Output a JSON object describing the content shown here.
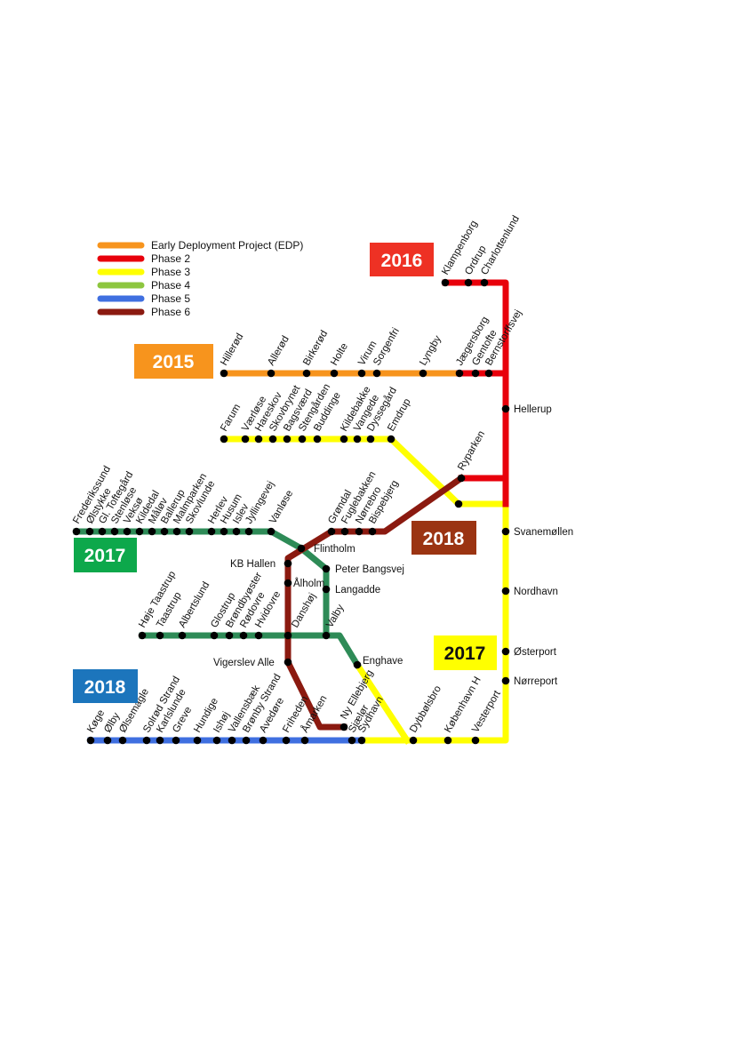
{
  "colors": {
    "edp": "#F7941D",
    "phase2": "#E8000B",
    "phase3": "#FFFF00",
    "phase4": "#8DC63F",
    "phase5": "#3F6FE0",
    "phase6": "#8B1A10",
    "green_line": "#2E8B57",
    "year_2016_bg": "#EE3124",
    "year_2015_bg": "#F7941D",
    "year_2018_brown_bg": "#9B3412",
    "year_2017_green_bg": "#0DA84B",
    "year_2017_yellow_bg": "#FFFF00",
    "year_2018_blue_bg": "#1C75BC"
  },
  "legend": [
    {
      "label": "Early Deployment Project (EDP)",
      "color_key": "edp"
    },
    {
      "label": "Phase 2",
      "color_key": "phase2"
    },
    {
      "label": "Phase 3",
      "color_key": "phase3"
    },
    {
      "label": "Phase 4",
      "color_key": "phase4"
    },
    {
      "label": "Phase 5",
      "color_key": "phase5"
    },
    {
      "label": "Phase 6",
      "color_key": "phase6"
    }
  ],
  "years": {
    "y2016": "2016",
    "y2015": "2015",
    "y2018_brown": "2018",
    "y2017_green": "2017",
    "y2017_yellow": "2017",
    "y2018_blue": "2018"
  },
  "stations": {
    "klampenborg": "Klampenborg",
    "ordrup": "Ordrup",
    "charlottenlund": "Charlottenlund",
    "hillerod": "Hillerød",
    "allerod": "Allerød",
    "birkerod": "Birkerød",
    "holte": "Holte",
    "virum": "Virum",
    "sorgenfri": "Sorgenfri",
    "lyngby": "Lyngby",
    "jaegersborg": "Jægersborg",
    "gentofte": "Gentofte",
    "bernstorffsvej": "Bernstorffsvej",
    "hellerup": "Hellerup",
    "farum": "Farum",
    "vaerlose": "Værløse",
    "hareskov": "Hareskov",
    "skovbrynet": "Skovbrynet",
    "bagsvaerd": "Bagsværd",
    "stengarden": "Stengården",
    "buddinge": "Buddinge",
    "kildebakke": "Kildebakke",
    "vangede": "Vangede",
    "dyssegard": "Dyssegård",
    "emdrup": "Emdrup",
    "ryparken": "Ryparken",
    "frederikssund": "Frederikssund",
    "olstykke": "Ølstykke",
    "gl_toftegard": "Gl. Toftegård",
    "stenlose": "Stenløse",
    "veksoe": "Veksø",
    "kildedal": "Kildedal",
    "malov": "Måløv",
    "ballerup": "Ballerup",
    "malmparken": "Malmparken",
    "skovlunde": "Skovlunde",
    "herlev": "Herlev",
    "husum": "Husum",
    "islev": "Islev",
    "jyllingevej": "Jyllingevej",
    "vanlose": "Vanløse",
    "grondal": "Grøndal",
    "fuglebakken": "Fuglebakken",
    "norrebro": "Nørrebro",
    "bispebjerg": "Bispebjerg",
    "svanemollen": "Svanemøllen",
    "flintholm": "Flintholm",
    "kb_hallen": "KB Hallen",
    "peter_bangsvej": "Peter Bangsvej",
    "alholm": "Ålholm",
    "langadde": "Langadde",
    "nordhavn": "Nordhavn",
    "hoje_taastrup": "Høje Taastrup",
    "taastrup": "Taastrup",
    "albertslund": "Albertslund",
    "glostrup": "Glostrup",
    "brondbyoster": "Brøndbyøster",
    "rodovre": "Rødovre",
    "hvidovre": "Hvidovre",
    "danshoj": "Danshøj",
    "valby": "Valby",
    "osterport": "Østerport",
    "vigerslev_alle": "Vigerslev Alle",
    "enghave": "Enghave",
    "norreport": "Nørreport",
    "koge": "Køge",
    "olby": "Ølby",
    "olsemagle": "Ølsemagle",
    "solrod_strand": "Solrød Strand",
    "karlslunde": "Karlslunde",
    "greve": "Greve",
    "hundige": "Hundige",
    "ishoj": "Ishøj",
    "vallensbaek": "Vallensbæk",
    "brondby_strand": "Brønby Strand",
    "avedore": "Avedøre",
    "friheden": "Friheden",
    "amarken": "Åmarken",
    "ny_ellebjerg": "Ny Ellebjerg",
    "sjaelor": "Sjælør",
    "sydhavn": "Sydhavn",
    "dybbolsbro": "Dybbølsbro",
    "kobenhavn_h": "København H",
    "vesterport": "Vesterport"
  }
}
